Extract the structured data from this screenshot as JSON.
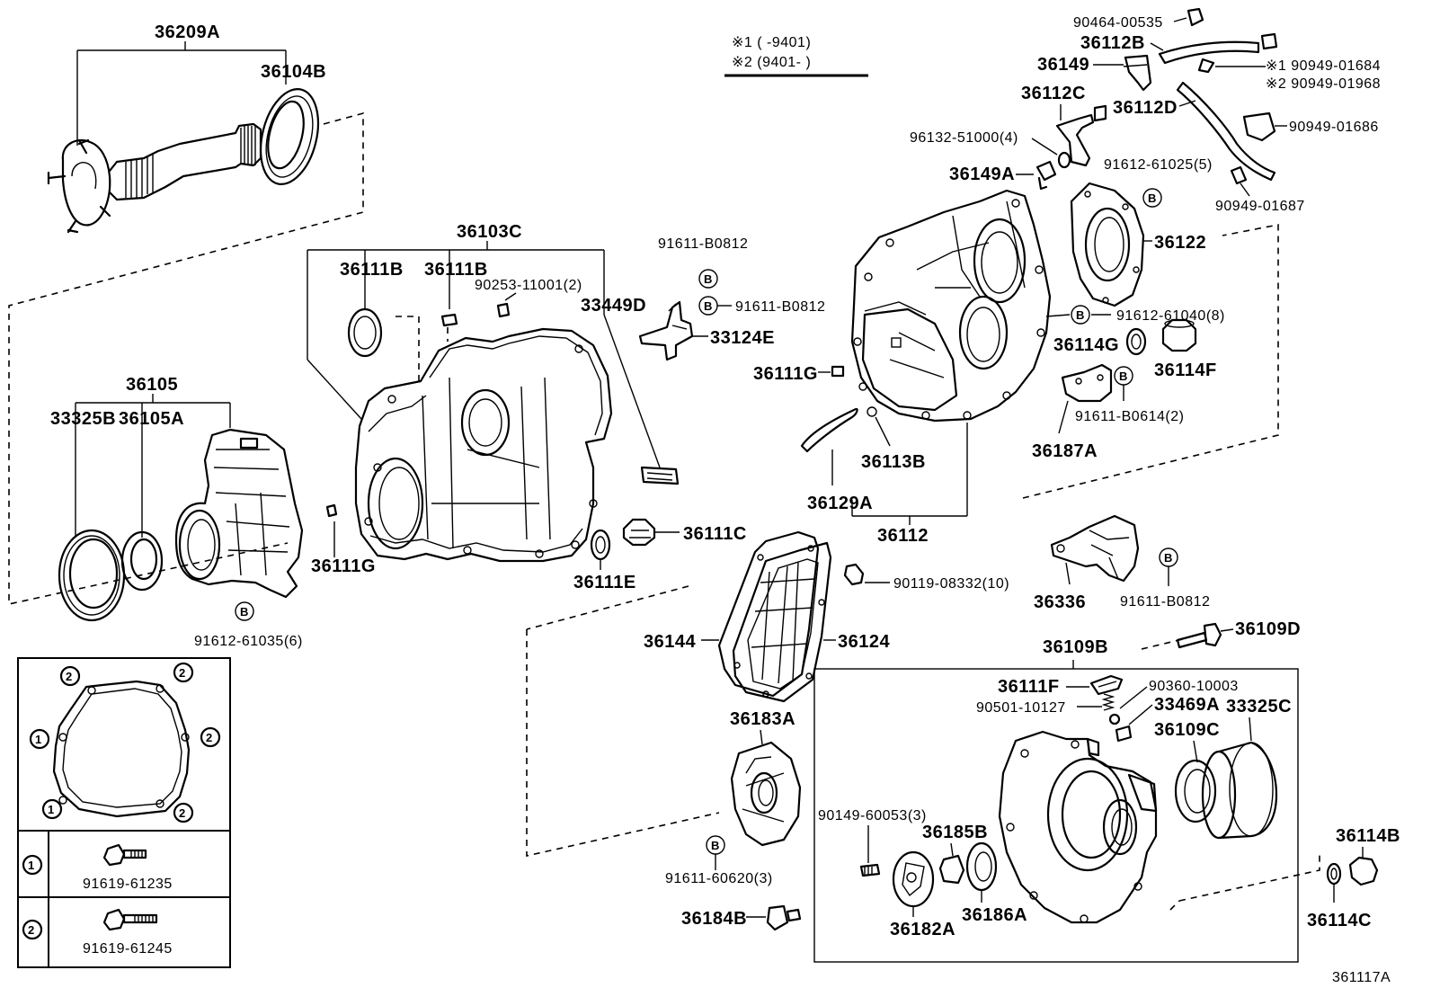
{
  "diagram": {
    "figure_code": "361117A",
    "notes": {
      "note1": "※1 (      -9401)",
      "note2": "※2 (9401-      )"
    },
    "labels": {
      "p36209A": "36209A",
      "p36104B": "36104B",
      "p36103C": "36103C",
      "p36111B_1": "36111B",
      "p36111B_2": "36111B",
      "p90253": "90253-11001(2)",
      "p33449D": "33449D",
      "p91611B0812_a": "91611-B0812",
      "p91611B0812_b": "91611-B0812",
      "p33124E": "33124E",
      "p36111G_a": "36111G",
      "p36111G_b": "36111G",
      "p36105": "36105",
      "p33325B": "33325B",
      "p36105A": "36105A",
      "p91612_61035": "91612-61035(6)",
      "p36111C": "36111C",
      "p36111E": "36111E",
      "p90464": "90464-00535",
      "p36112B": "36112B",
      "p36149": "36149",
      "p90949_01684": "※1 90949-01684",
      "p90949_01968": "※2 90949-01968",
      "p36112C": "36112C",
      "p36112D": "36112D",
      "p90949_01686": "90949-01686",
      "p96132": "96132-51000(4)",
      "p36149A": "36149A",
      "p91612_61025": "91612-61025(5)",
      "p90949_01687": "90949-01687",
      "p36122": "36122",
      "p91612_61040": "91612-61040(8)",
      "p36114G": "36114G",
      "p36114F": "36114F",
      "p36113B": "36113B",
      "p36129A": "36129A",
      "p36112": "36112",
      "p91611_B0614": "91611-B0614(2)",
      "p36187A": "36187A",
      "p90119": "90119-08332(10)",
      "p36336": "36336",
      "p91611B0812_c": "91611-B0812",
      "p36144": "36144",
      "p36124": "36124",
      "p36109D": "36109D",
      "p36109B": "36109B",
      "p36111F": "36111F",
      "p90360": "90360-10003",
      "p90501": "90501-10127",
      "p33469A": "33469A",
      "p33325C": "33325C",
      "p36109C": "36109C",
      "p36183A": "36183A",
      "p90149": "90149-60053(3)",
      "p36185B": "36185B",
      "p91611_60620": "91611-60620(3)",
      "p36182A": "36182A",
      "p36186A": "36186A",
      "p36184B": "36184B",
      "p36114B": "36114B",
      "p36114C": "36114C",
      "p91619_61235": "91619-61235",
      "p91619_61245": "91619-61245"
    },
    "markers": {
      "b": "B",
      "circle1": "1",
      "circle2": "2"
    }
  }
}
